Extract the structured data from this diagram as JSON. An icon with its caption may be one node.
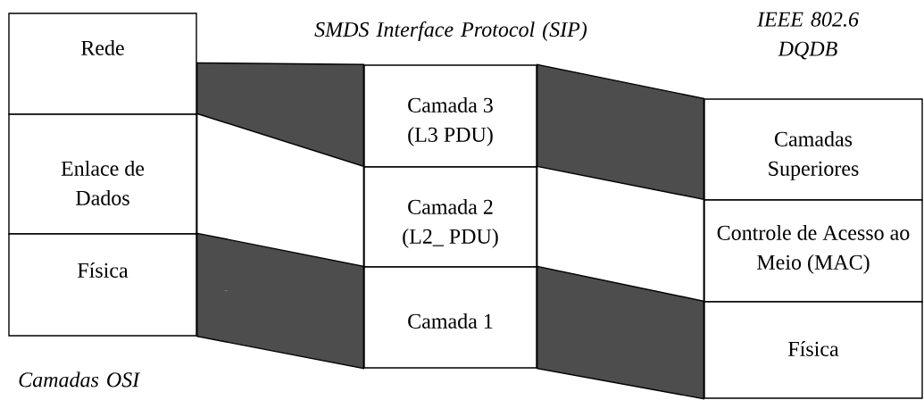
{
  "diagram": {
    "nodes": [
      {
        "text": [
          "Rede"
        ]
      },
      {
        "text": [
          "Enlace de Dados"
        ]
      },
      {
        "text": [
          "Física"
        ]
      },
      {
        "text": [
          "Camada 3 (L3 PDU)"
        ]
      },
      {
        "text": [
          "Camada 2 (L2_ PDU)"
        ]
      },
      {
        "text": [
          "Camada 1"
        ]
      },
      {
        "text": [
          "Camadas Superiores"
        ]
      },
      {
        "text": [
          "Controle de Acesso ao Meio (MAC)"
        ]
      },
      {
        "text": [
          "Física"
        ]
      }
    ],
    "edges": [
      {
        "from": 0,
        "to": 3,
        "arrow": "none"
      },
      {
        "from": 1,
        "to": 4,
        "arrow": "none"
      },
      {
        "from": 2,
        "to": 5,
        "arrow": "none"
      },
      {
        "from": 3,
        "to": 6,
        "arrow": "none"
      },
      {
        "from": 4,
        "to": 7,
        "arrow": "none"
      },
      {
        "from": 5,
        "to": 8,
        "arrow": "none"
      }
    ],
    "labels": [
      "SMDS Interface Protocol (SIP)",
      "IEEE 802.6 DQDB",
      "Camadas OSI"
    ]
  }
}
